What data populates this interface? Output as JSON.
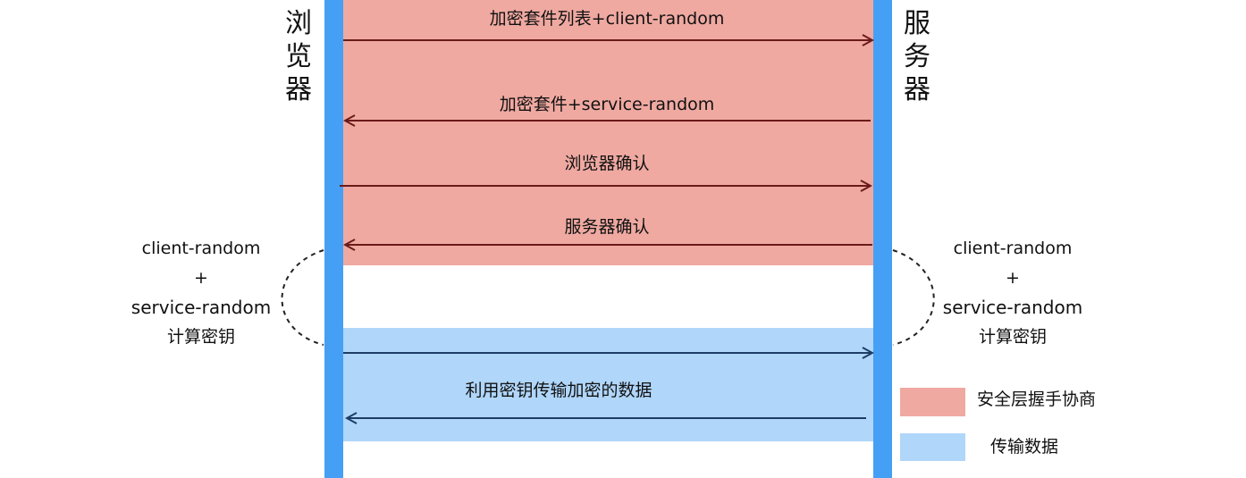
{
  "actors": {
    "browser": "浏览器",
    "server": "服务器"
  },
  "messages": [
    {
      "label": "加密套件列表+client-random",
      "direction": "to-server"
    },
    {
      "label": "加密套件+service-random",
      "direction": "to-browser"
    },
    {
      "label": "浏览器确认",
      "direction": "to-server"
    },
    {
      "label": "服务器确认",
      "direction": "to-browser"
    },
    {
      "label": "利用密钥传输加密的数据",
      "direction": "both"
    }
  ],
  "key_calc": {
    "line1": "client-random",
    "line2": "+",
    "line3": "service-random",
    "line4": "计算密钥"
  },
  "legend": [
    {
      "label": "安全层握手协商",
      "color": "#efa9a1"
    },
    {
      "label": "传输数据",
      "color": "#b0d6fa"
    }
  ],
  "colors": {
    "lifeline": "#45a0f5",
    "handshake_arrow": "#6b1a1a",
    "data_arrow": "#1d3d66"
  }
}
